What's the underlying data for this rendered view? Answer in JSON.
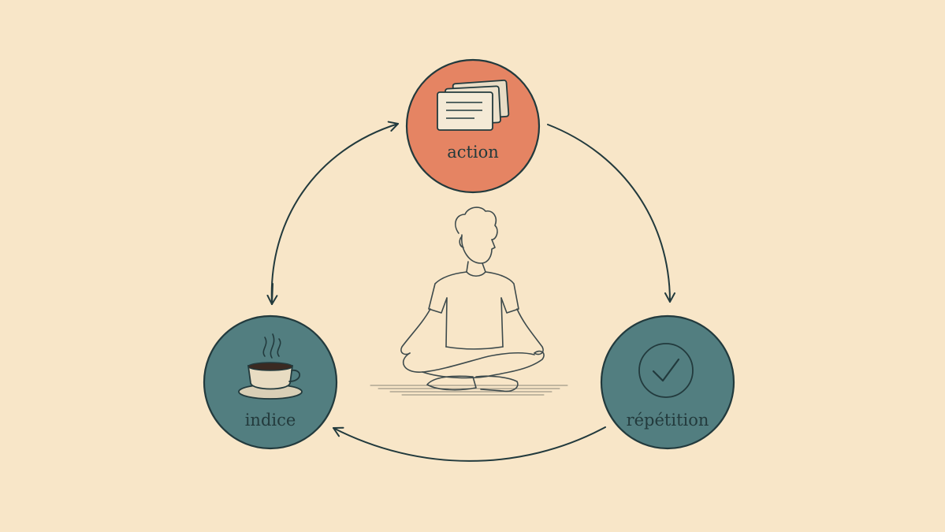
{
  "nodes": {
    "action": {
      "label": "action",
      "color": "#e58463",
      "icon": "index-cards-icon"
    },
    "indice": {
      "label": "indice",
      "color": "#527e80",
      "icon": "coffee-cup-icon"
    },
    "repetition": {
      "label": "répétition",
      "color": "#527e80",
      "icon": "checkmark-icon"
    }
  },
  "center_figure": {
    "icon": "meditating-person-icon"
  },
  "colors": {
    "background": "#f8e6c8",
    "outline": "#223a3d"
  }
}
